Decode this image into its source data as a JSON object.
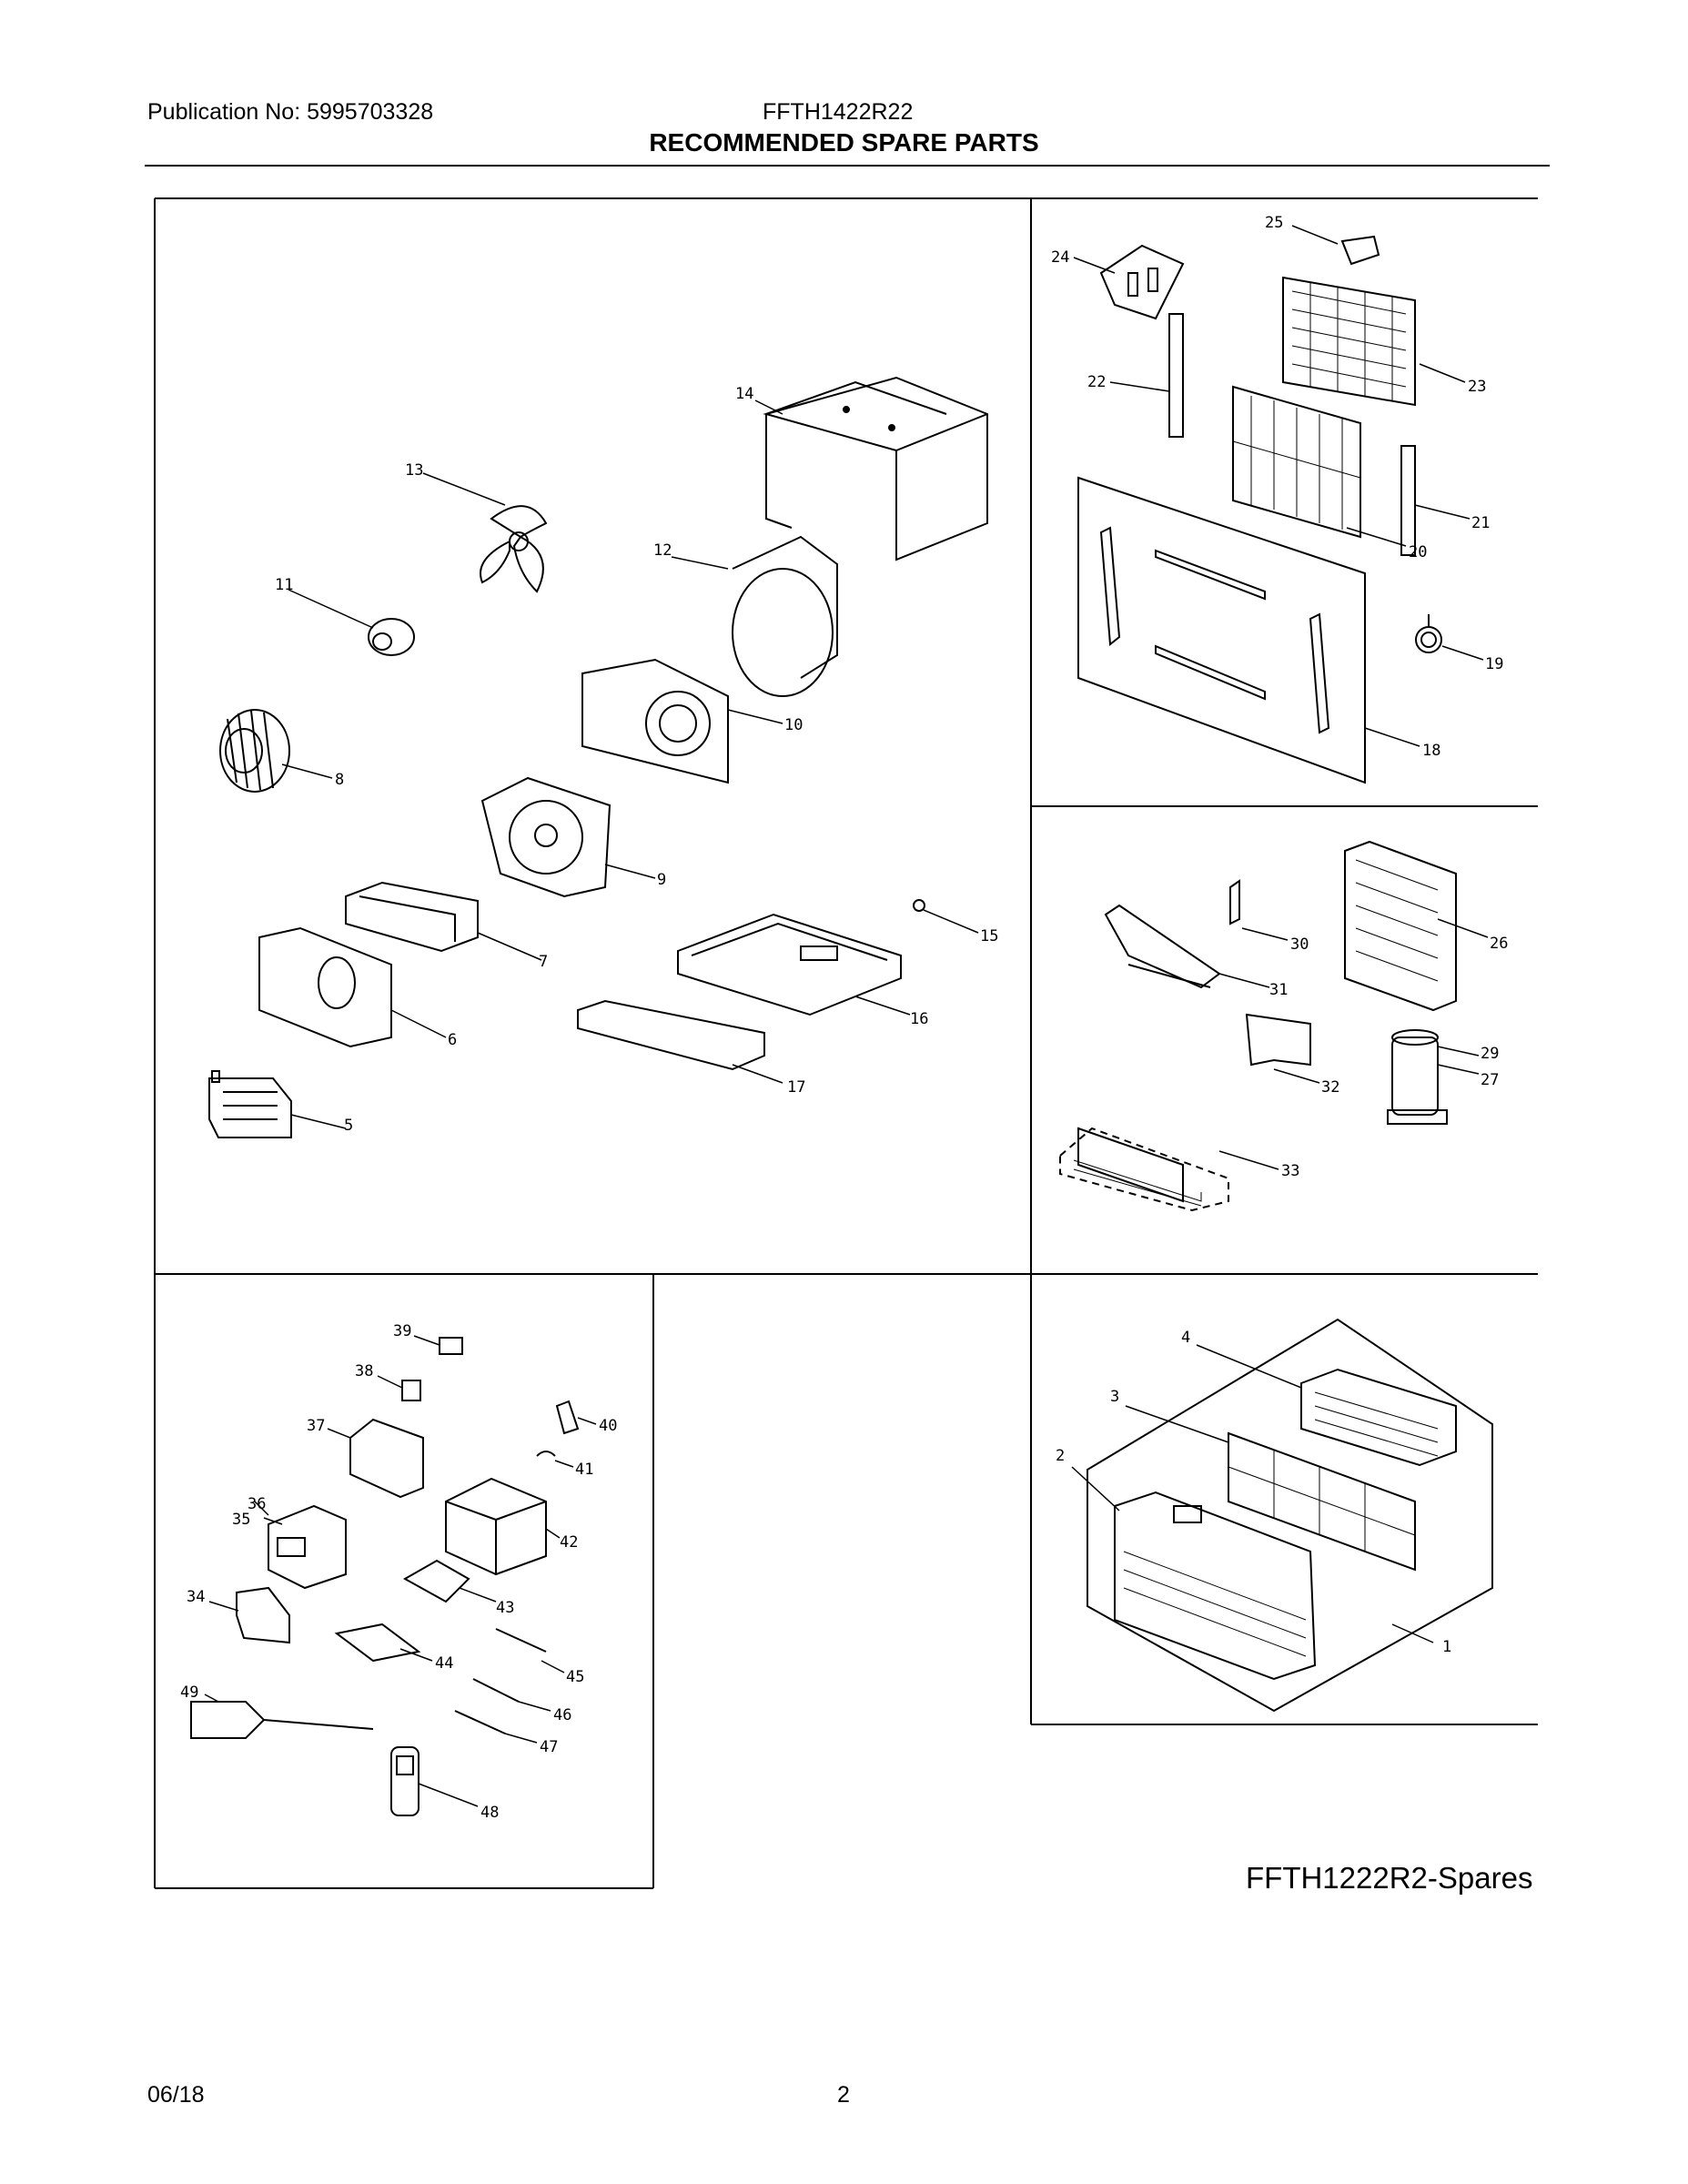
{
  "header": {
    "publication": "Publication No: 5995703328",
    "model": "FFTH1422R22",
    "title": "RECOMMENDED SPARE PARTS"
  },
  "footer": {
    "spares_label": "FFTH1222R2-Spares",
    "date": "06/18",
    "page": "2"
  },
  "callouts": {
    "p1": "1",
    "p2": "2",
    "p3": "3",
    "p4": "4",
    "p5": "5",
    "p6": "6",
    "p7": "7",
    "p8": "8",
    "p9": "9",
    "p10": "10",
    "p11": "11",
    "p12": "12",
    "p13": "13",
    "p14": "14",
    "p15": "15",
    "p16": "16",
    "p17": "17",
    "p18": "18",
    "p19": "19",
    "p20": "20",
    "p21": "21",
    "p22": "22",
    "p23": "23",
    "p24": "24",
    "p25": "25",
    "p26": "26",
    "p27": "27",
    "p29": "29",
    "p30": "30",
    "p31": "31",
    "p32": "32",
    "p33": "33",
    "p34": "34",
    "p35": "35",
    "p36": "36",
    "p37": "37",
    "p38": "38",
    "p39": "39",
    "p40": "40",
    "p41": "41",
    "p42": "42",
    "p43": "43",
    "p44": "44",
    "p45": "45",
    "p46": "46",
    "p47": "47",
    "p48": "48",
    "p49": "49"
  }
}
